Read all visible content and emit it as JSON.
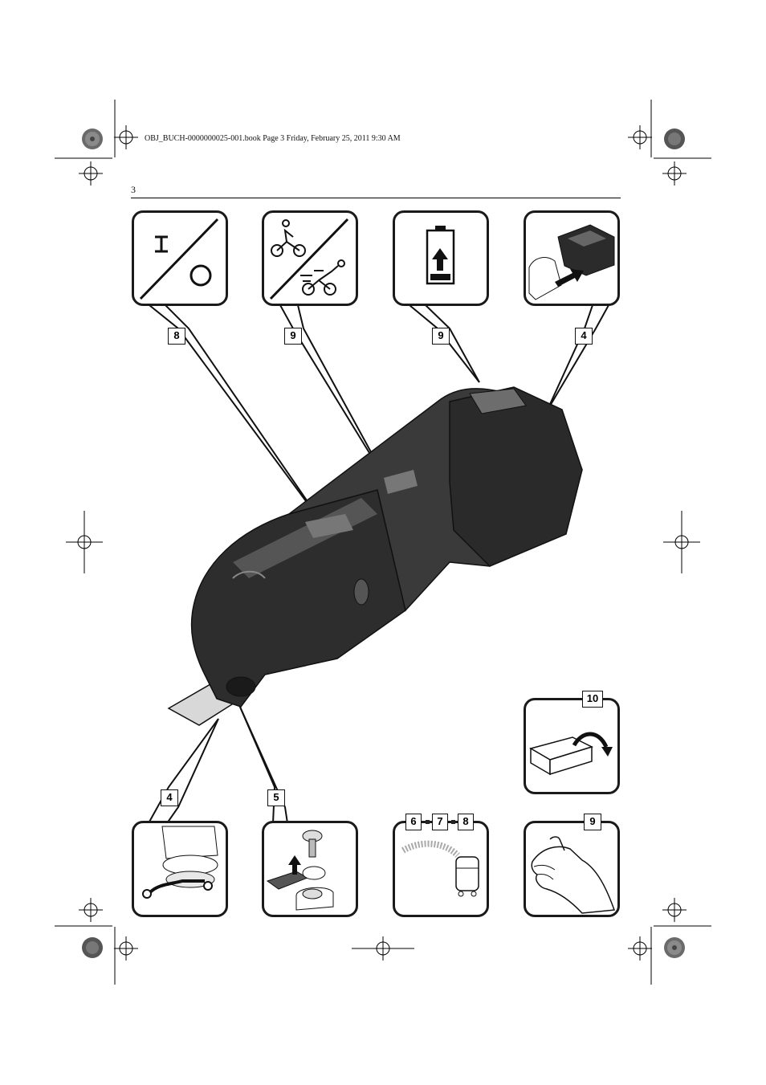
{
  "header": {
    "slug": "OBJ_BUCH-0000000025-001.book  Page 3  Friday, February 25, 2011  9:30 AM",
    "page_number": "3"
  },
  "callouts": {
    "top": [
      "8",
      "9",
      "9",
      "4"
    ],
    "bottom": [
      "4",
      "5"
    ],
    "panel_10": "10",
    "panel_678": [
      "6",
      "7",
      "8"
    ],
    "panel_9": "9"
  },
  "icons": {
    "panel_1": "on-off-switch-icon",
    "panel_2": "speed-selector-icon",
    "panel_3": "battery-charge-icon",
    "panel_4": "battery-insert-icon",
    "panel_5": "tool-change-lever-icon",
    "panel_6": "accessory-mount-icon",
    "panel_7": "dust-extraction-icon",
    "panel_8": "open-package-icon",
    "panel_9": "hand-grip-icon"
  }
}
